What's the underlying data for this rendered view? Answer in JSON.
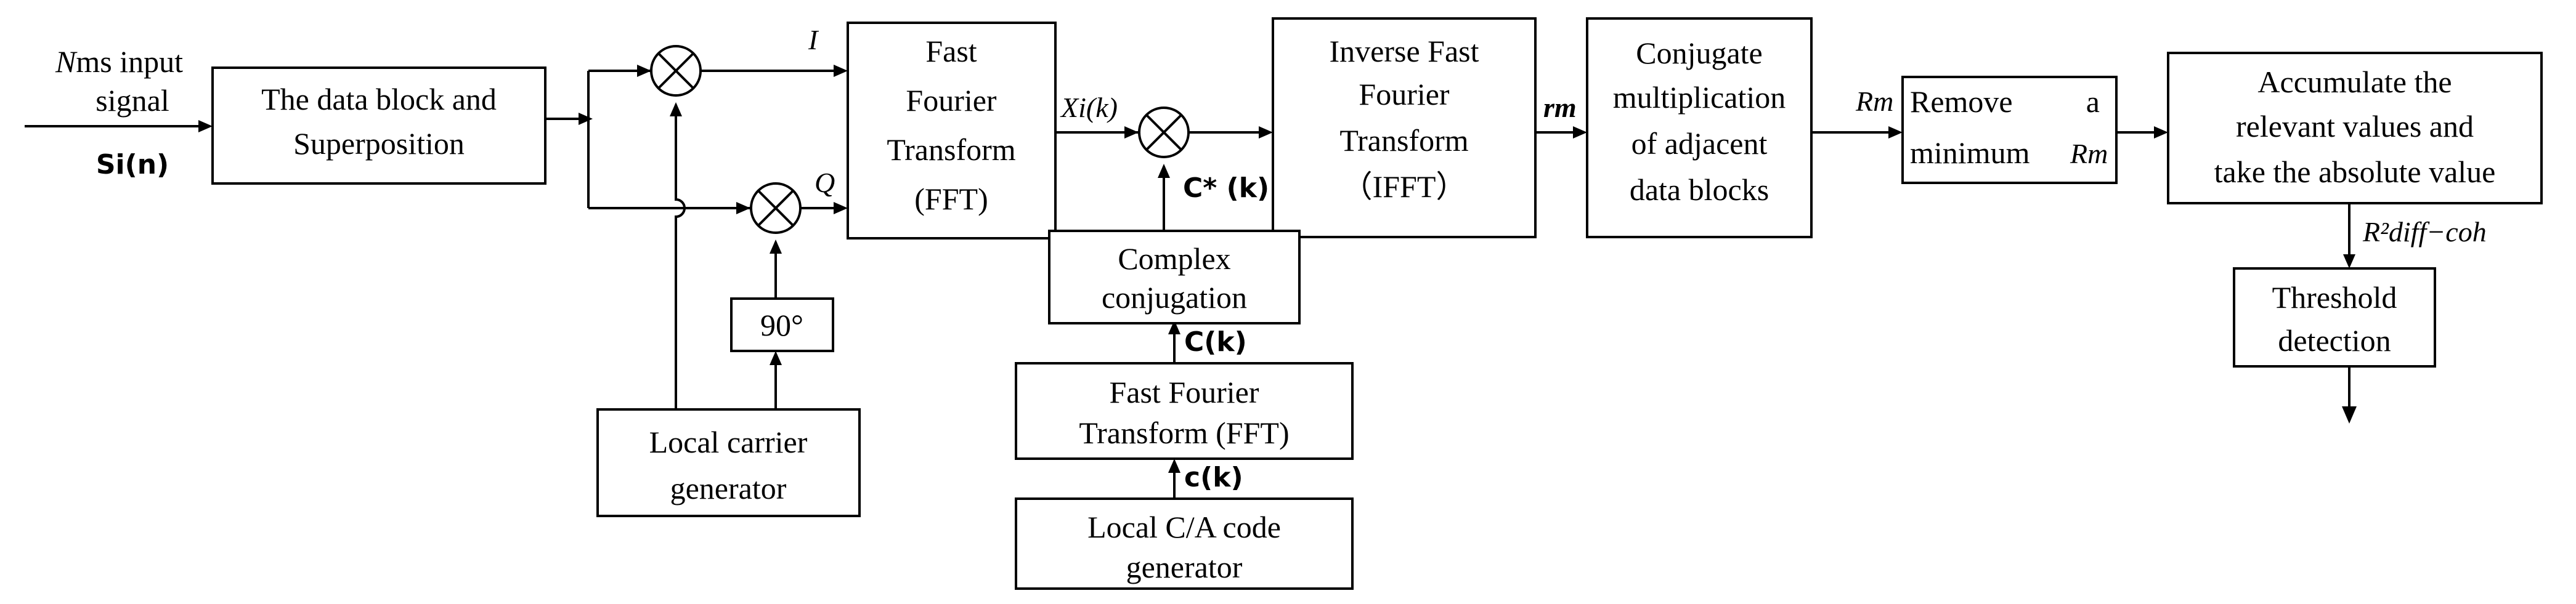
{
  "blocks": {
    "data_block": [
      "The data block and",
      "Superposition"
    ],
    "fft_main": [
      "Fast",
      "Fourier",
      "Transform",
      "(FFT)"
    ],
    "ifft": [
      "Inverse Fast",
      "Fourier",
      "Transform",
      "（IFFT）"
    ],
    "conj_mult": [
      "Conjugate",
      "multiplication",
      "of adjacent",
      "data blocks"
    ],
    "remove_min": [
      "Remove",
      "a",
      "minimum"
    ],
    "accumulate": [
      "Accumulate the",
      "relevant values and",
      "take the absolute value"
    ],
    "threshold": [
      "Threshold",
      "detection"
    ],
    "complex_conj": [
      "Complex",
      "conjugation"
    ],
    "fft_code": [
      "Fast Fourier",
      "Transform (FFT)"
    ],
    "local_ca": [
      "Local C/A code",
      "generator"
    ],
    "local_carrier": [
      "Local carrier",
      "generator"
    ],
    "phase_shift": "90°"
  },
  "signals": {
    "input_n": "N",
    "input_rest": "ms input",
    "input_signal": "signal",
    "input_si": "Si(n)",
    "i_branch": "I",
    "q_branch": "Q",
    "x_k": "Xi(k)",
    "c_star": "C* (k)",
    "c_k_upper": "C(k)",
    "c_k_lower": "c(k)",
    "r_m_ifft": "rm",
    "r_m_conj": "Rm",
    "r_m_remove": "Rm",
    "r_diff": "R²diff−coh"
  }
}
